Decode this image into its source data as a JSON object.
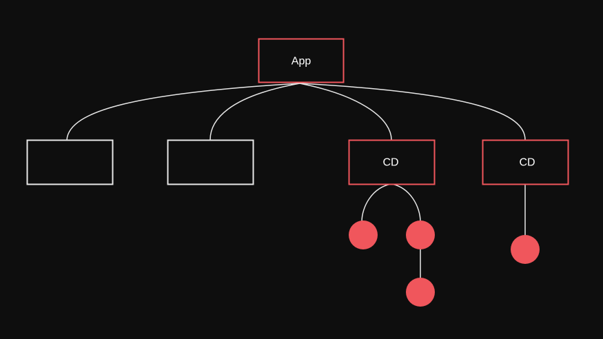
{
  "diagram": {
    "colors": {
      "background": "#0e0e0e",
      "accent": "#f0565c",
      "line": "#e8e8e8",
      "neutral_border": "#e8e8e8"
    },
    "root": {
      "label": "App",
      "style": "accent"
    },
    "children": [
      {
        "label": "",
        "style": "neutral"
      },
      {
        "label": "",
        "style": "neutral"
      },
      {
        "label": "CD",
        "style": "accent"
      },
      {
        "label": "CD",
        "style": "accent"
      }
    ],
    "leaf_nodes": [
      {
        "shape": "circle",
        "parent": "child-3"
      },
      {
        "shape": "circle",
        "parent": "child-3"
      },
      {
        "shape": "circle",
        "parent": "leaf-2"
      },
      {
        "shape": "circle",
        "parent": "child-4"
      }
    ]
  }
}
